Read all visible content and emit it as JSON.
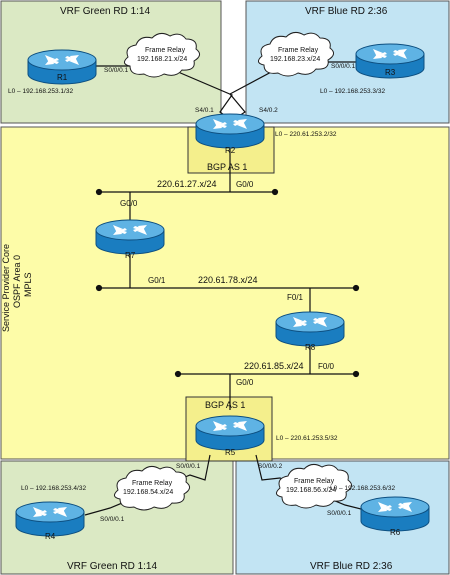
{
  "regions": {
    "vrf_green_top": {
      "title": "VRF Green RD 1:14",
      "fill": "#dbe9c4"
    },
    "vrf_blue_top": {
      "title": "VRF Blue RD 2:36",
      "fill": "#c2e4f3"
    },
    "vrf_green_bottom": {
      "title": "VRF Green RD 1:14",
      "fill": "#dbe9c4"
    },
    "vrf_blue_bottom": {
      "title": "VRF Blue RD 2:36",
      "fill": "#c2e4f3"
    },
    "core": {
      "lines": [
        "Service Provider Core",
        "OSPF Area 0",
        "MPLS"
      ],
      "fill": "#fdfca8"
    },
    "bgp_top": "BGP AS 1",
    "bgp_bottom": "BGP AS 1"
  },
  "routers": {
    "R1": {
      "name": "R1",
      "loopback": "L0 – 192.168.253.1/32"
    },
    "R2": {
      "name": "R2",
      "loopback": "L0 – 220.61.253.2/32"
    },
    "R3": {
      "name": "R3",
      "loopback": "L0 – 192.168.253.3/32"
    },
    "R4": {
      "name": "R4",
      "loopback": "L0 – 192.168.253.4/32"
    },
    "R5": {
      "name": "R5",
      "loopback": "L0 – 220.61.253.5/32"
    },
    "R6": {
      "name": "R6",
      "loopback": "L0 – 192.168.253.6/32"
    },
    "R7": {
      "name": "R7"
    },
    "R8": {
      "name": "R8"
    }
  },
  "clouds": {
    "fr_r1_r2": {
      "line1": "Frame Relay",
      "line2": "192.168.21.x/24"
    },
    "fr_r3_r2": {
      "line1": "Frame Relay",
      "line2": "192.168.23.x/24"
    },
    "fr_r4_r5": {
      "line1": "Frame Relay",
      "line2": "192.168.54.x/24"
    },
    "fr_r6_r5": {
      "line1": "Frame Relay",
      "line2": "192.168.56.x/24"
    }
  },
  "subnets": {
    "s27": "220.61.27.x/24",
    "s78": "220.61.78.x/24",
    "s85": "220.61.85.x/24"
  },
  "interfaces": {
    "r1_s0": "S0/0/0.1",
    "r2_s41": "S4/0.1",
    "r2_s42": "S4/0.2",
    "r3_s0": "S0/0/0.1",
    "r2_g0": "G0/0",
    "r7_g0": "G0/0",
    "r7_g1": "G0/1",
    "r8_f1": "F0/1",
    "r8_f0": "F0/0",
    "r5_g0": "G0/0",
    "r5_s01": "S0/0/0.1",
    "r5_s02": "S0/0/0.2",
    "r4_s0": "S0/0/0.1",
    "r6_s0": "S0/0/0.1"
  },
  "colors": {
    "router_body": "#1a7dc0",
    "router_top": "#5fb3e4",
    "bgp_box": "#f4ef8c",
    "line": "#111111"
  }
}
